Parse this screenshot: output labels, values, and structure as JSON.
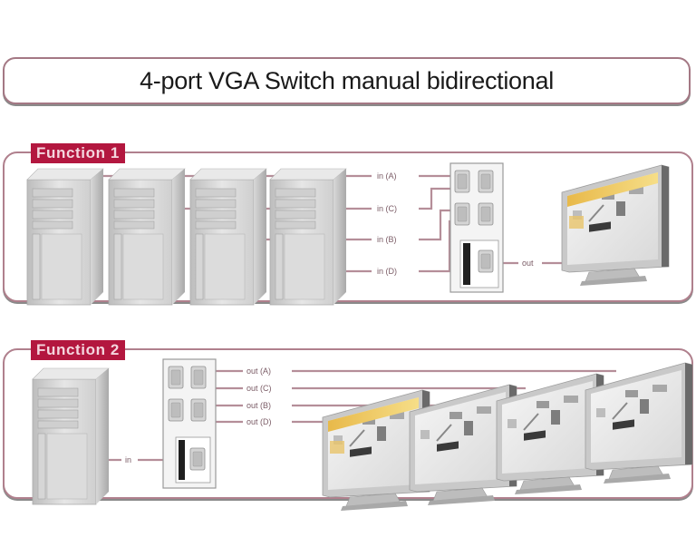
{
  "title": "4-port VGA Switch manual bidirectional",
  "functions": [
    {
      "label": "Function 1",
      "computers": 4,
      "inputs": [
        "in (A)",
        "in (C)",
        "in (B)",
        "in (D)"
      ],
      "output": "out",
      "monitors": 1
    },
    {
      "label": "Function 2",
      "computers": 1,
      "input": "in",
      "outputs": [
        "out (A)",
        "out (C)",
        "out (B)",
        "out (D)"
      ],
      "monitors": 4
    }
  ],
  "colors": {
    "accent": "#b3173f",
    "border": "#b0808d",
    "cable": "#b58e99",
    "device": "#c9c9c9",
    "screen_highlight": "#f2c94c"
  }
}
